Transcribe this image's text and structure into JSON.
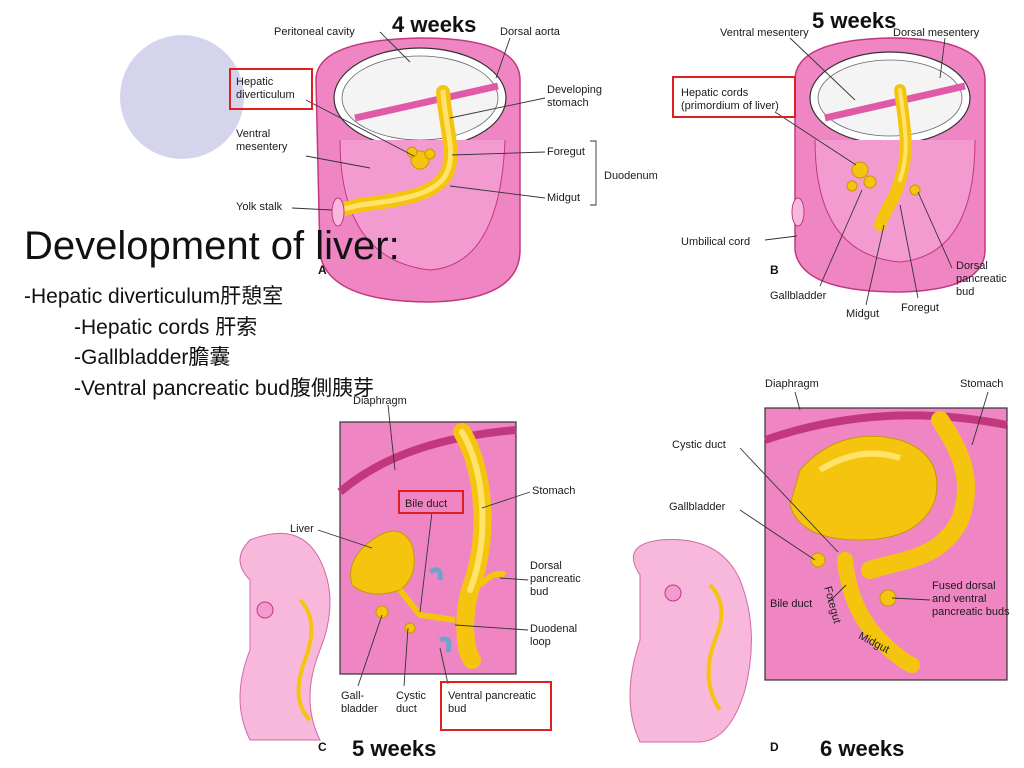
{
  "slide": {
    "title": "Development of liver:",
    "bullets": [
      "-Hepatic diverticulum肝憩室",
      "-Hepatic cords 肝索",
      "-Gallbladder膽囊",
      "-Ventral pancreatic bud腹側胰芽"
    ]
  },
  "panels": {
    "a": {
      "letter": "A",
      "week": "4 weeks",
      "labels": {
        "peritoneal_cavity": "Peritoneal cavity",
        "dorsal_aorta": "Dorsal aorta",
        "hepatic_diverticulum": "Hepatic diverticulum",
        "developing_stomach": "Developing stomach",
        "ventral_mesentery": "Ventral mesentery",
        "foregut": "Foregut",
        "duodenum": "Duodenum",
        "midgut": "Midgut",
        "yolk_stalk": "Yolk stalk"
      }
    },
    "b": {
      "letter": "B",
      "week": "5 weeks",
      "labels": {
        "ventral_mesentery": "Ventral mesentery",
        "dorsal_mesentery": "Dorsal mesentery",
        "hepatic_cords": "Hepatic cords (primordium of liver)",
        "umbilical_cord": "Umbilical cord",
        "gallbladder": "Gallbladder",
        "midgut": "Midgut",
        "foregut": "Foregut",
        "dorsal_pancreatic_bud": "Dorsal pancreatic bud"
      }
    },
    "c": {
      "letter": "C",
      "week": "5 weeks",
      "labels": {
        "diaphragm": "Diaphragm",
        "bile_duct": "Bile duct",
        "stomach": "Stomach",
        "liver": "Liver",
        "dorsal_pancreatic_bud": "Dorsal pancreatic bud",
        "duodenal_loop": "Duodenal loop",
        "gallbladder": "Gall- bladder",
        "cystic_duct": "Cystic duct",
        "ventral_pancreatic_bud": "Ventral pancreatic bud"
      }
    },
    "d": {
      "letter": "D",
      "week": "6 weeks",
      "labels": {
        "diaphragm": "Diaphragm",
        "stomach": "Stomach",
        "cystic_duct": "Cystic duct",
        "gallbladder": "Gallbladder",
        "bile_duct": "Bile duct",
        "foregut": "Foregut",
        "midgut": "Midgut",
        "fused_buds": "Fused dorsal and ventral pancreatic buds"
      }
    }
  },
  "colors": {
    "pink": "#ef86c3",
    "pink_light": "#f7b8dc",
    "pink_dark": "#d6459a",
    "yellow": "#f5c40f",
    "yellow_light": "#ffe36b",
    "highlight": "#e0201e",
    "accent_circle": "#d4d4ec"
  }
}
